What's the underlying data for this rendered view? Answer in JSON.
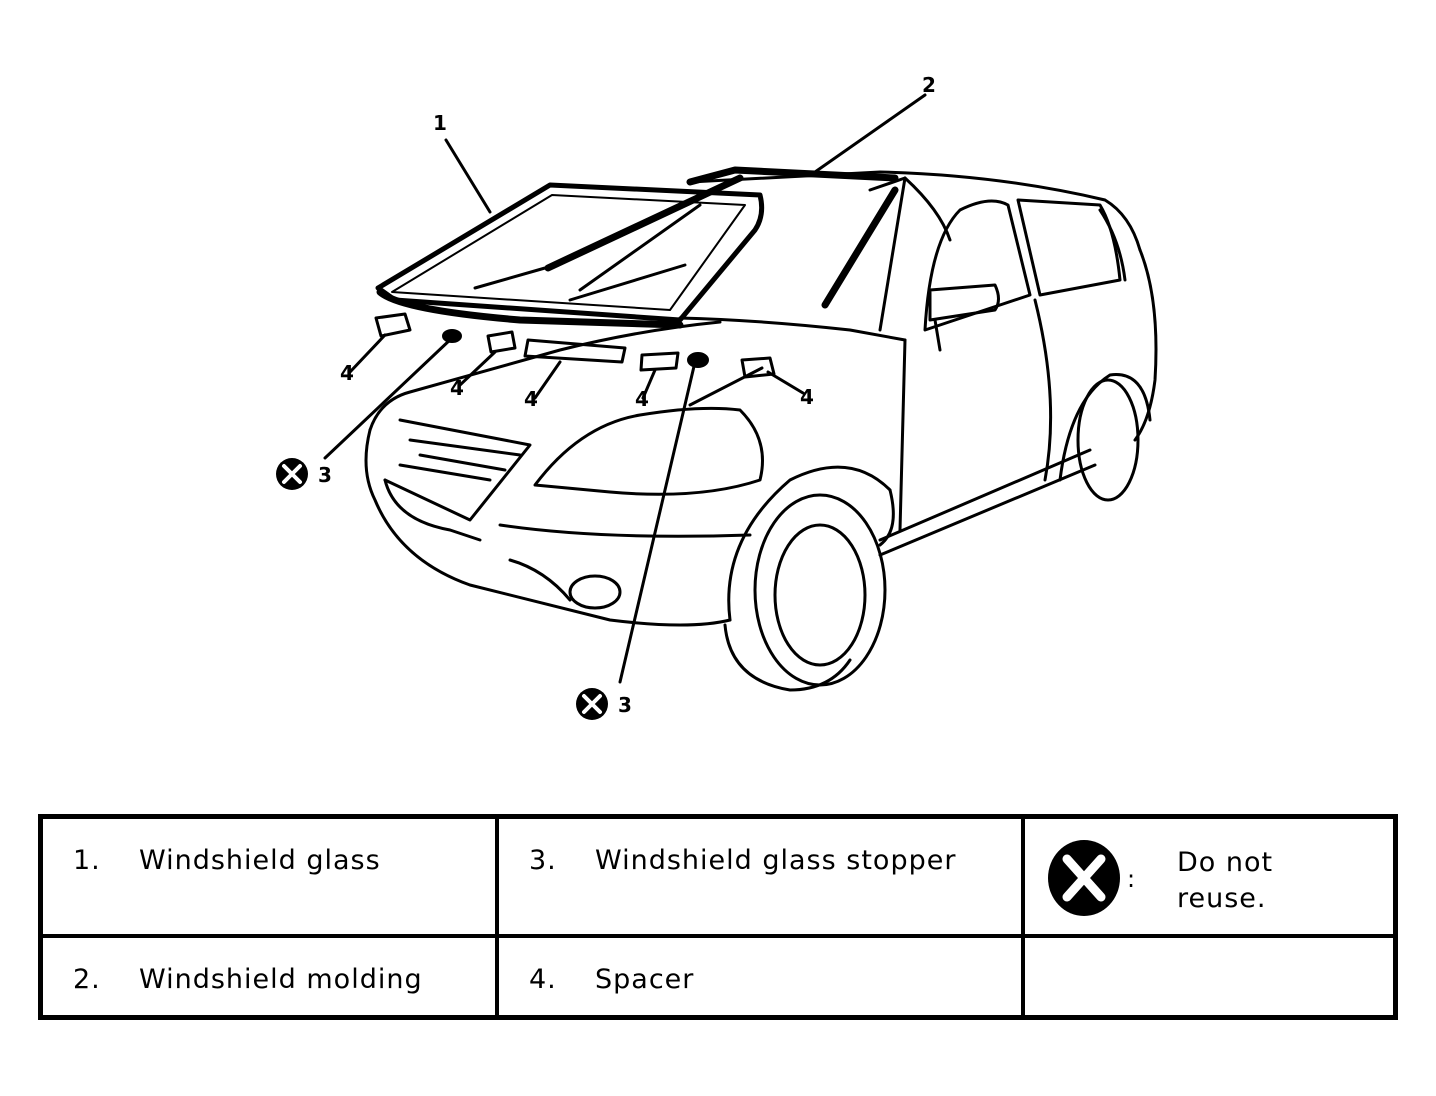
{
  "callouts": {
    "c1": "1",
    "c2": "2",
    "c3a": "3",
    "c3b": "3",
    "c4a": "4",
    "c4b": "4",
    "c4c": "4",
    "c4d": "4",
    "c4e": "4"
  },
  "legend": {
    "items": [
      {
        "number": "1.",
        "label": "Windshield glass"
      },
      {
        "number": "2.",
        "label": "Windshield molding"
      },
      {
        "number": "3.",
        "label": "Windshield glass stopper"
      },
      {
        "number": "4.",
        "label": "Spacer"
      }
    ],
    "note": {
      "icon": "do-not-reuse-icon",
      "colon": ":",
      "text": "Do not reuse."
    }
  }
}
